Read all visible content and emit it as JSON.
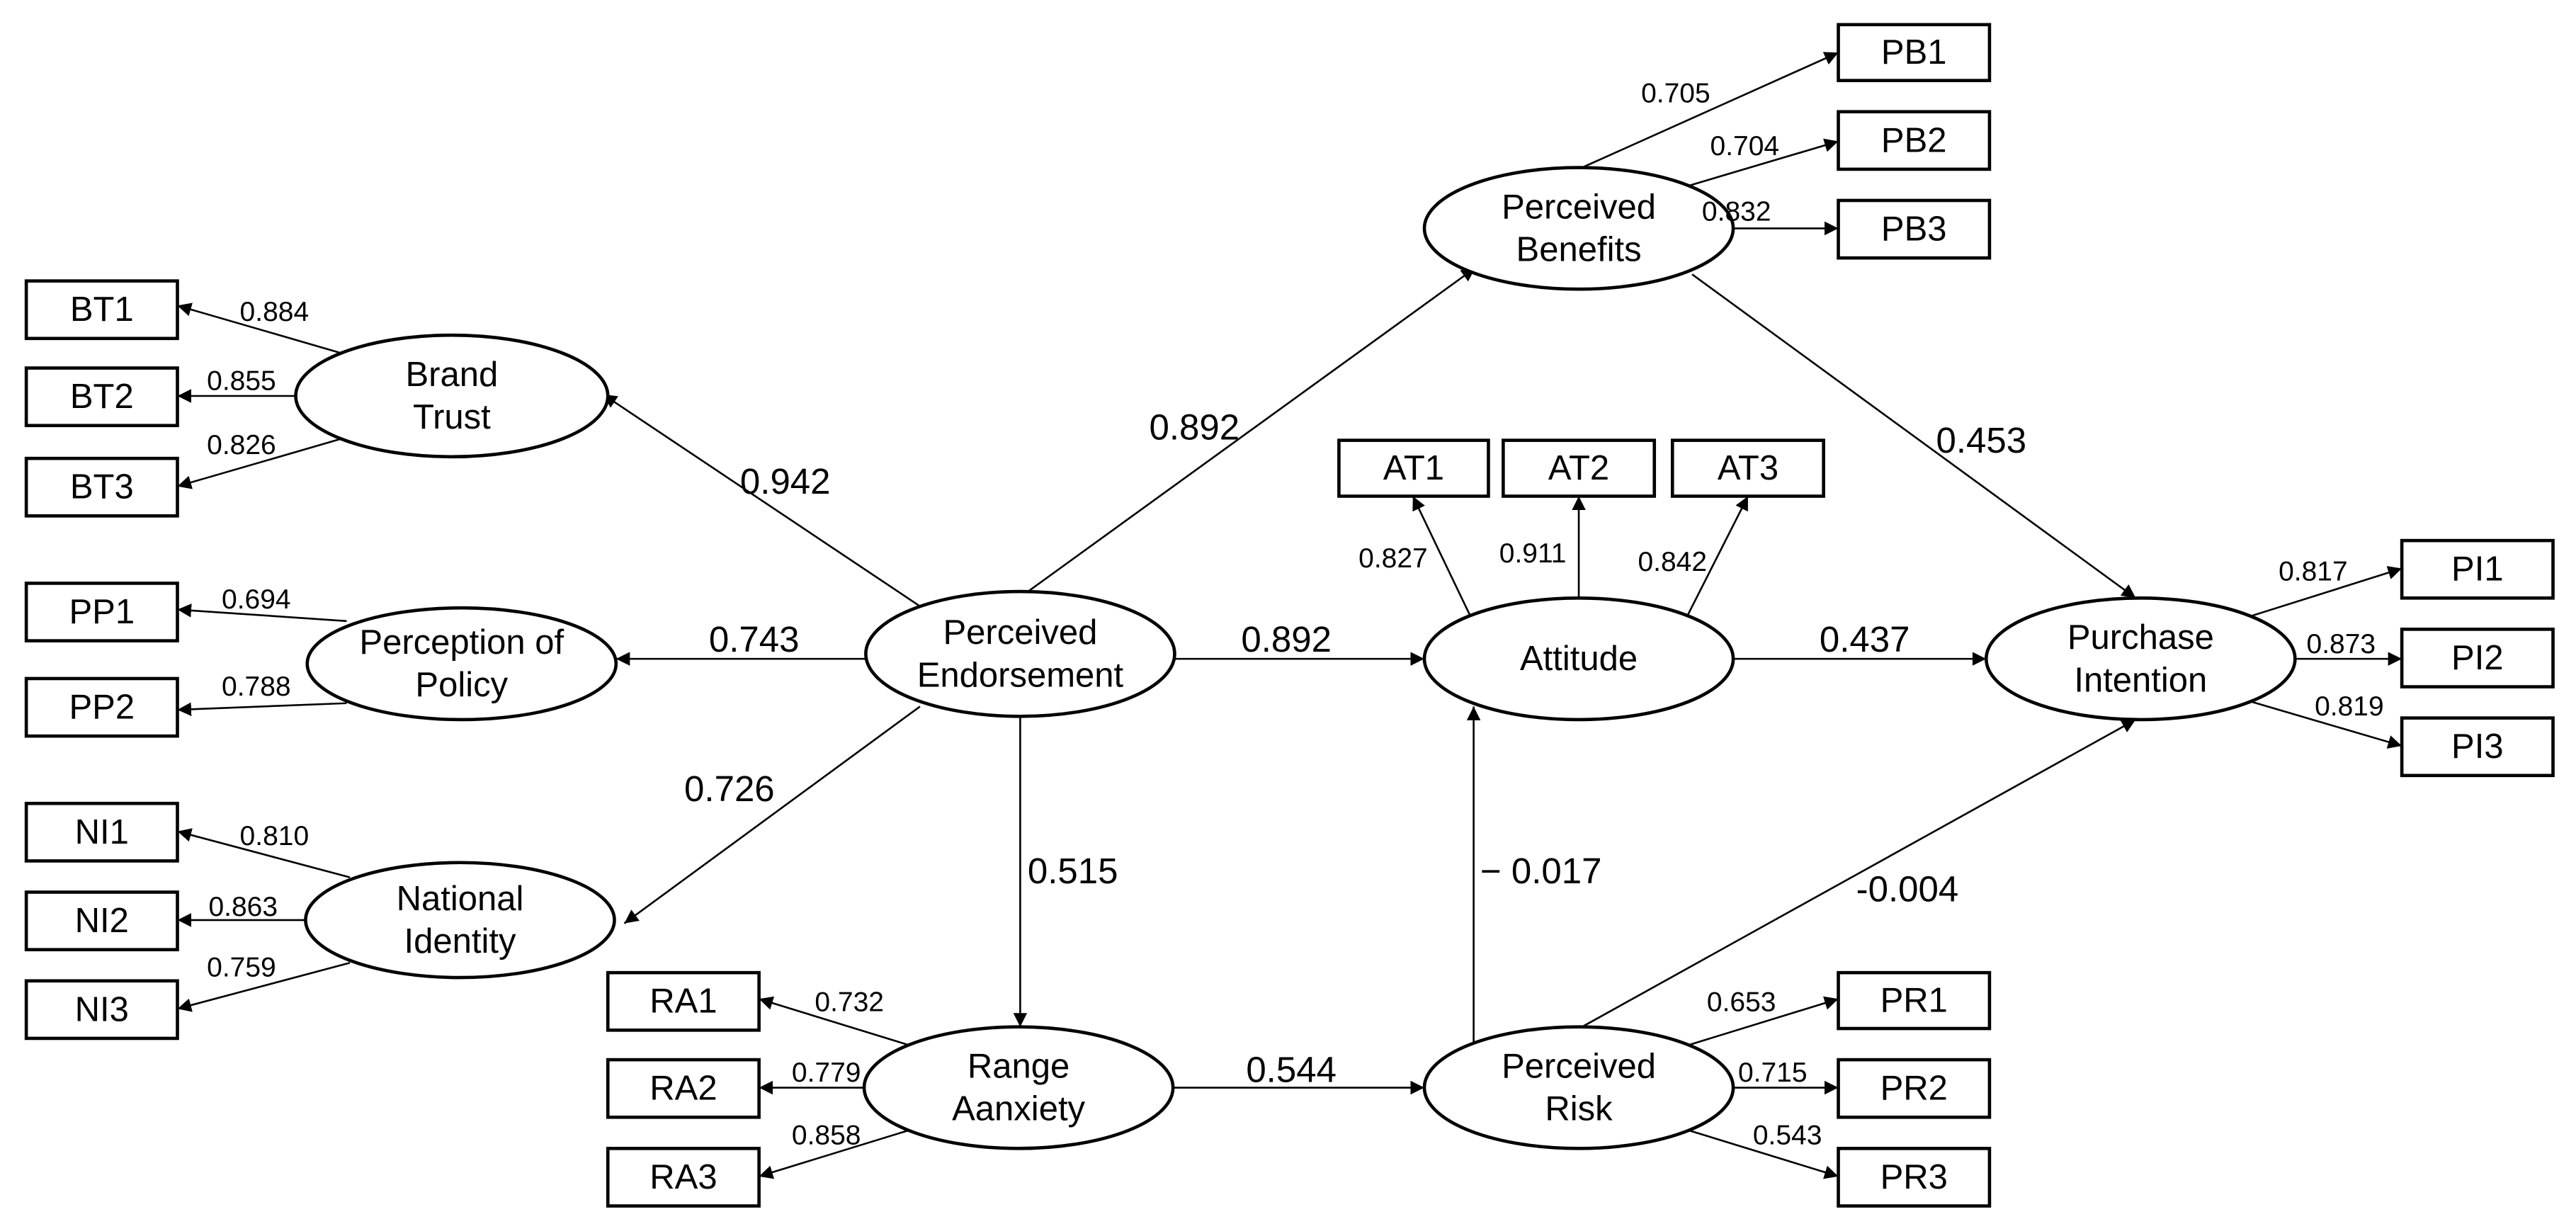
{
  "constructs": [
    {
      "id": "PE",
      "label": [
        "Perceived",
        "Endorsement"
      ]
    },
    {
      "id": "BT",
      "label": [
        "Brand",
        "Trust"
      ]
    },
    {
      "id": "PP",
      "label": [
        "Perception of",
        "Policy"
      ]
    },
    {
      "id": "NI",
      "label": [
        "National",
        "Identity"
      ]
    },
    {
      "id": "PB",
      "label": [
        "Perceived",
        "Benefits"
      ]
    },
    {
      "id": "AT",
      "label": [
        "Attitude"
      ]
    },
    {
      "id": "RA",
      "label": [
        "Range",
        "Aanxiety"
      ]
    },
    {
      "id": "PR",
      "label": [
        "Perceived",
        "Risk"
      ]
    },
    {
      "id": "PI",
      "label": [
        "Purchase",
        "Intention"
      ]
    }
  ],
  "indicators": [
    {
      "id": "BT1",
      "construct": "BT",
      "loading": "0.884"
    },
    {
      "id": "BT2",
      "construct": "BT",
      "loading": "0.855"
    },
    {
      "id": "BT3",
      "construct": "BT",
      "loading": "0.826"
    },
    {
      "id": "PP1",
      "construct": "PP",
      "loading": "0.694"
    },
    {
      "id": "PP2",
      "construct": "PP",
      "loading": "0.788"
    },
    {
      "id": "NI1",
      "construct": "NI",
      "loading": "0.810"
    },
    {
      "id": "NI2",
      "construct": "NI",
      "loading": "0.863"
    },
    {
      "id": "NI3",
      "construct": "NI",
      "loading": "0.759"
    },
    {
      "id": "RA1",
      "construct": "RA",
      "loading": "0.732"
    },
    {
      "id": "RA2",
      "construct": "RA",
      "loading": "0.779"
    },
    {
      "id": "RA3",
      "construct": "RA",
      "loading": "0.858"
    },
    {
      "id": "PB1",
      "construct": "PB",
      "loading": "0.705"
    },
    {
      "id": "PB2",
      "construct": "PB",
      "loading": "0.704"
    },
    {
      "id": "PB3",
      "construct": "PB",
      "loading": "0.832"
    },
    {
      "id": "AT1",
      "construct": "AT",
      "loading": "0.827"
    },
    {
      "id": "AT2",
      "construct": "AT",
      "loading": "0.911"
    },
    {
      "id": "AT3",
      "construct": "AT",
      "loading": "0.842"
    },
    {
      "id": "PR1",
      "construct": "PR",
      "loading": "0.653"
    },
    {
      "id": "PR2",
      "construct": "PR",
      "loading": "0.715"
    },
    {
      "id": "PR3",
      "construct": "PR",
      "loading": "0.543"
    },
    {
      "id": "PI1",
      "construct": "PI",
      "loading": "0.817"
    },
    {
      "id": "PI2",
      "construct": "PI",
      "loading": "0.873"
    },
    {
      "id": "PI3",
      "construct": "PI",
      "loading": "0.819"
    }
  ],
  "paths": [
    {
      "from": "PE",
      "to": "BT",
      "coef": "0.942"
    },
    {
      "from": "PE",
      "to": "PP",
      "coef": "0.743"
    },
    {
      "from": "PE",
      "to": "NI",
      "coef": "0.726"
    },
    {
      "from": "PE",
      "to": "PB",
      "coef": "0.892"
    },
    {
      "from": "PE",
      "to": "AT",
      "coef": "0.892"
    },
    {
      "from": "PE",
      "to": "RA",
      "coef": "0.515"
    },
    {
      "from": "PB",
      "to": "PI",
      "coef": "0.453"
    },
    {
      "from": "AT",
      "to": "PI",
      "coef": "0.437"
    },
    {
      "from": "RA",
      "to": "PR",
      "coef": "0.544"
    },
    {
      "from": "PR",
      "to": "AT",
      "coef": "− 0.017"
    },
    {
      "from": "PR",
      "to": "PI",
      "coef": "-0.004"
    }
  ]
}
